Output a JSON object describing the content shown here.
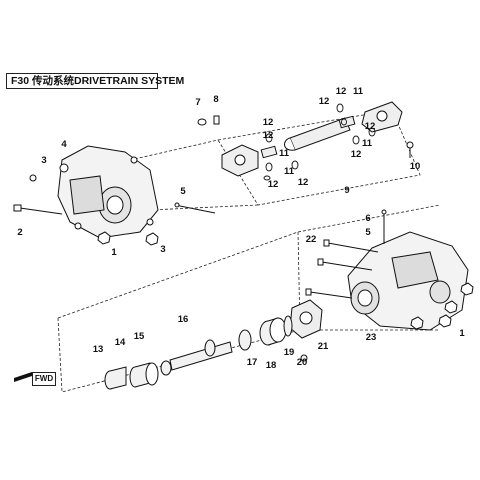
{
  "title": "F30 传动系统DRIVETRAIN SYSTEM",
  "direction_label": "FWD",
  "callouts": {
    "n1a": "1",
    "n1b": "1",
    "n2": "2",
    "n3a": "3",
    "n3b": "3",
    "n4": "4",
    "n5a": "5",
    "n5b": "5",
    "n6": "6",
    "n7": "7",
    "n8": "8",
    "n9": "9",
    "n10": "10",
    "n11a": "11",
    "n11b": "11",
    "n11c": "11",
    "n11d": "11",
    "n12a": "12",
    "n12b": "12",
    "n12c": "12",
    "n12d": "12",
    "n12e": "12",
    "n12f": "12",
    "n12g": "12",
    "n12h": "12",
    "n13": "13",
    "n14": "14",
    "n15": "15",
    "n16": "16",
    "n17": "17",
    "n18": "18",
    "n19": "19",
    "n20": "20",
    "n21": "21",
    "n22": "22",
    "n23": "23"
  }
}
